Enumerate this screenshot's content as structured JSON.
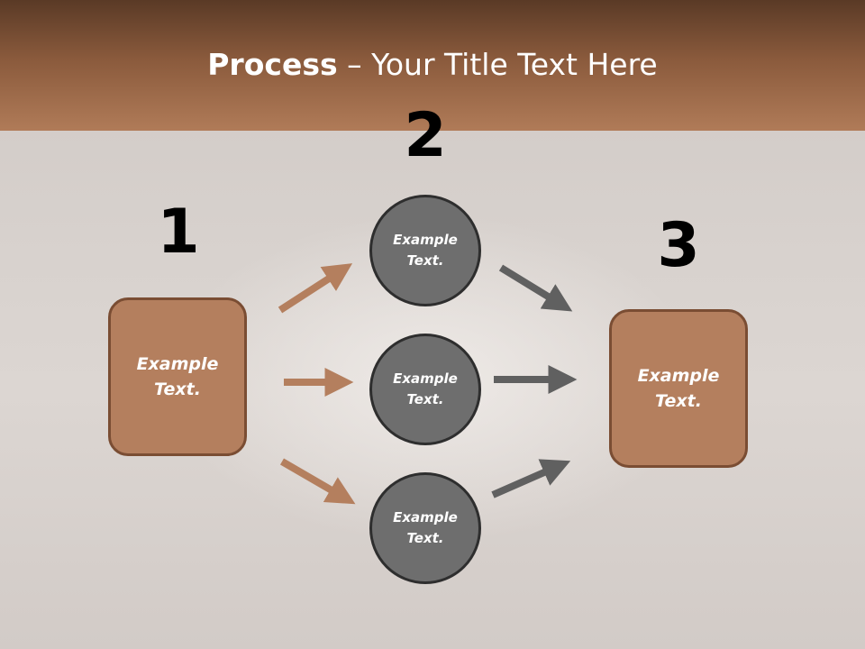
{
  "title": {
    "bold": "Process",
    "rest": " – Your Title Text Here"
  },
  "steps": [
    "1",
    "2",
    "3"
  ],
  "left_box": {
    "line1": "Example",
    "line2": "Text."
  },
  "circles": [
    {
      "line1": "Example",
      "line2": "Text."
    },
    {
      "line1": "Example",
      "line2": "Text."
    },
    {
      "line1": "Example",
      "line2": "Text."
    }
  ],
  "right_box": {
    "line1": "Example",
    "line2": "Text."
  },
  "colors": {
    "header": "#8a5a3c",
    "box": "#b47f5e",
    "circle": "#6e6e6e",
    "arrow_left": "#b47f5e",
    "arrow_right": "#606060"
  }
}
